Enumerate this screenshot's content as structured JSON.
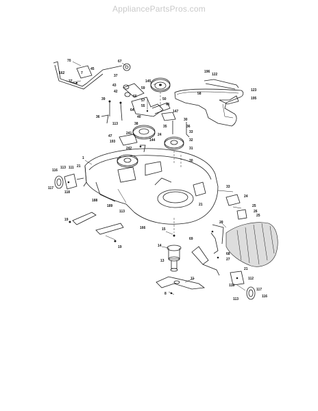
{
  "site": {
    "title": "AppliancePartsPros.com"
  },
  "callouts": {
    "c70": "70",
    "c67": "67",
    "c162": "162",
    "c37a": "37",
    "c7": "7",
    "c45": "45",
    "c196": "196",
    "c122": "122",
    "c145": "145",
    "c37b": "37",
    "c43": "43",
    "c42": "42",
    "c58": "58",
    "c59": "59",
    "c123": "123",
    "c195": "195",
    "c39": "39",
    "c36a": "36",
    "c60": "60",
    "c57": "57",
    "c55": "55",
    "c50": "50",
    "c46": "46",
    "c64": "64",
    "c147": "147",
    "c40": "40",
    "c38": "38",
    "c36b": "36",
    "c30a": "30",
    "c113a": "113",
    "c35": "35",
    "c33a": "33",
    "c47": "47",
    "c193": "193",
    "c241": "241",
    "c144": "144",
    "c32": "32",
    "c24a": "24",
    "c242": "242",
    "c31": "31",
    "c30b": "30",
    "c1": "1",
    "c116a": "116",
    "c113b": "113",
    "c111": "111",
    "c21a": "21",
    "c117a": "117",
    "c118a": "118",
    "c33b": "33",
    "c188": "188",
    "c113c": "113",
    "c21b": "21",
    "c24b": "24",
    "c25a": "25",
    "c26": "26",
    "c19a": "19",
    "c189": "189",
    "c166": "166",
    "c29": "29",
    "c15": "15",
    "c14": "14",
    "c69": "69",
    "c27": "27",
    "c68": "68",
    "c19b": "19",
    "c13": "13",
    "c21c": "21",
    "c112": "112",
    "c11": "11",
    "c118b": "118",
    "c117b": "117",
    "c113d": "113",
    "c116b": "116",
    "c8": "8",
    "c25b": "25"
  },
  "colors": {
    "line": "#1a1a1a",
    "watermark": "#c9c9c9",
    "background": "#ffffff"
  }
}
